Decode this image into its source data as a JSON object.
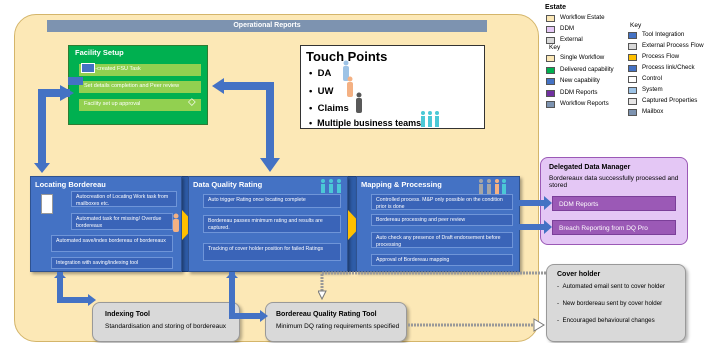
{
  "banner": "Operational Reports",
  "facility": {
    "title": "Facility Setup",
    "rows": [
      "Auto-created FSU Task",
      "Set details completion and Peer review",
      "Facility set up approval"
    ]
  },
  "touch": {
    "title": "Touch Points",
    "items": [
      "DA",
      "UW",
      "Claims",
      "Multiple business teams"
    ]
  },
  "locating": {
    "title": "Locating Bordereau",
    "rows": [
      "Autocreation of Locating Work task from mailboxes etc.",
      "Automated task for missing/ Overdue bordereaux",
      "Automated save/index bordereau of bordereaux",
      "Integration with saving/indexing tool"
    ]
  },
  "dq": {
    "title": "Data Quality Rating",
    "rows": [
      "Auto trigger Rating once locating complete",
      "Bordereau passes minimum rating and results are captured.",
      "Tracking of cover holder position for failed Ratings"
    ]
  },
  "mapping": {
    "title": "Mapping & Processing",
    "rows": [
      "Controlled process. M&P only possible on the condition prior is done",
      "Bordereau processing and peer review",
      "Auto check any presence of Draft endorsement before processing",
      "Approval of Bordereau mapping"
    ]
  },
  "ddm": {
    "title": "Delegated Data Manager",
    "desc": "Bordereaux data successfully processed and stored",
    "reports": [
      "DDM Reports",
      "Breach Reporting from DQ Pro"
    ]
  },
  "indexing": {
    "title": "Indexing Tool",
    "desc": "Standardisation and storing of bordereaux"
  },
  "dqtool": {
    "title": "Bordereau Quality Rating Tool",
    "desc": "Minimum DQ rating requirements specified"
  },
  "cover": {
    "title": "Cover holder",
    "items": [
      "Automated email sent to cover holder",
      "New bordereau sent by cover holder",
      "Encouraged behavioural changes"
    ]
  },
  "legend": {
    "estate_title": "Estate",
    "estate": [
      {
        "label": "Workflow Estate",
        "color": "#fce8b6"
      },
      {
        "label": "DDM",
        "color": "#e4c7f5"
      },
      {
        "label": "External",
        "color": "#d9d9d9"
      }
    ],
    "key_title": "Key",
    "key": [
      {
        "label": "Single Workflow",
        "color": "#fce8b6"
      },
      {
        "label": "Delivered capability",
        "color": "#00b050"
      },
      {
        "label": "New capability",
        "color": "#4472c4"
      },
      {
        "label": "DDM Reports",
        "color": "#7030a0"
      },
      {
        "label": "Workflow Reports",
        "color": "#7d93b0"
      }
    ],
    "key2_title": "Key",
    "key2": [
      "Tool Integration",
      "External Process Flow",
      "Process Flow",
      "Process link/Check",
      "Control",
      "System",
      "Captured Properties",
      "Mailbox"
    ]
  }
}
